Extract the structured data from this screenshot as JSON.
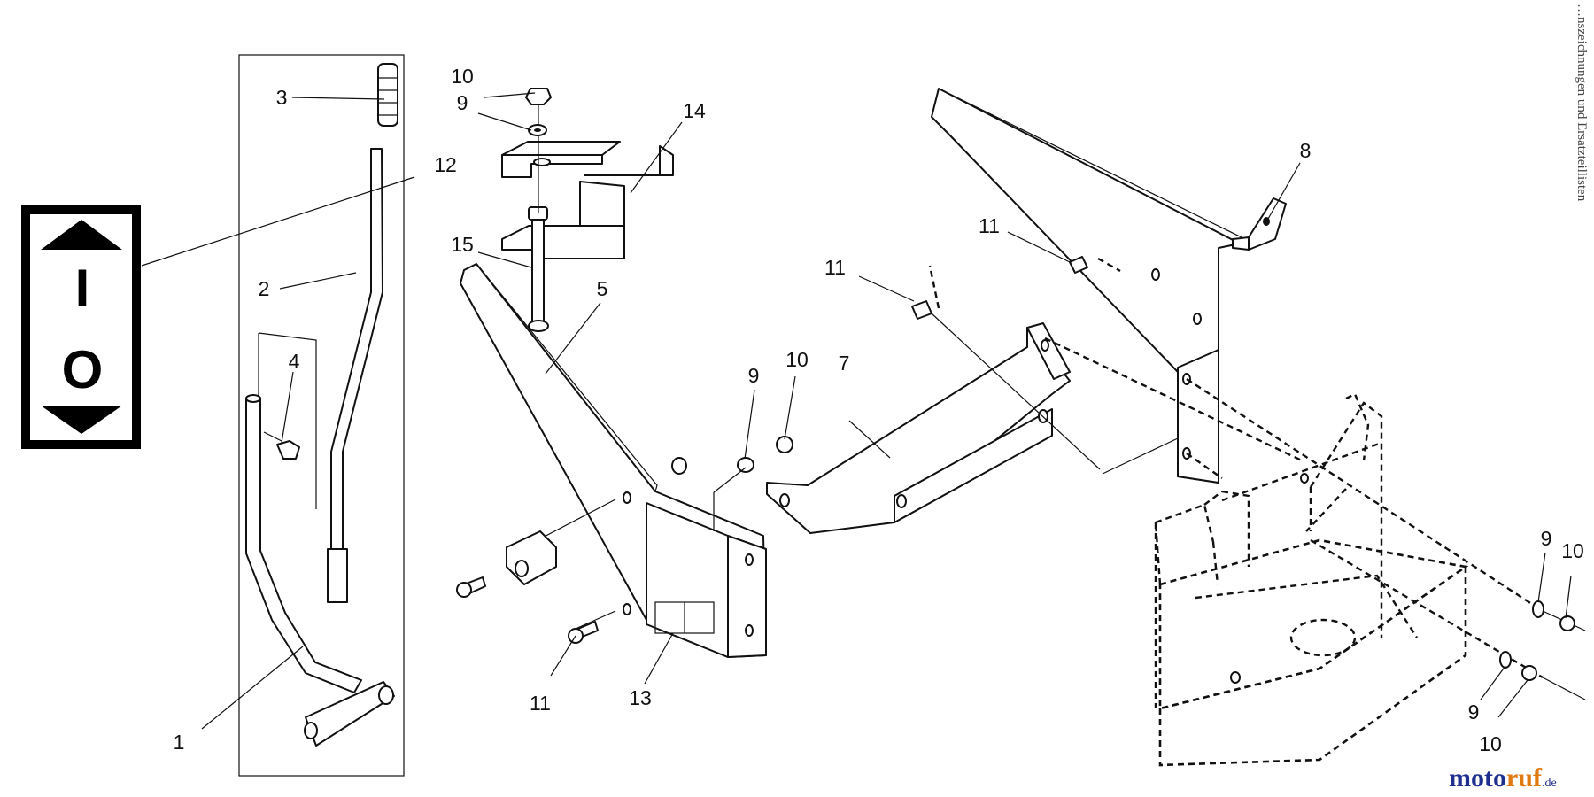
{
  "callouts": {
    "c1": "1",
    "c2": "2",
    "c3": "3",
    "c4": "4",
    "c5": "5",
    "c7": "7",
    "c8": "8",
    "c9a": "9",
    "c9b": "9",
    "c9c": "9",
    "c9d": "9",
    "c10a": "10",
    "c10b": "10",
    "c10c": "10",
    "c10d": "10",
    "c11a": "11",
    "c11b": "11",
    "c11c": "11",
    "c12": "12",
    "c13": "13",
    "c14": "14",
    "c15": "15"
  },
  "symbol": {
    "top": "I",
    "bottom": "O"
  },
  "side_caption": "…nszeichnungen und Ersatzteillisten",
  "brand": {
    "part1": "moto",
    "part2": "ruf",
    "suffix": ".de"
  },
  "colors": {
    "brand_blue": "#1f2f8f",
    "brand_orange": "#e07a10",
    "line": "#111111"
  }
}
